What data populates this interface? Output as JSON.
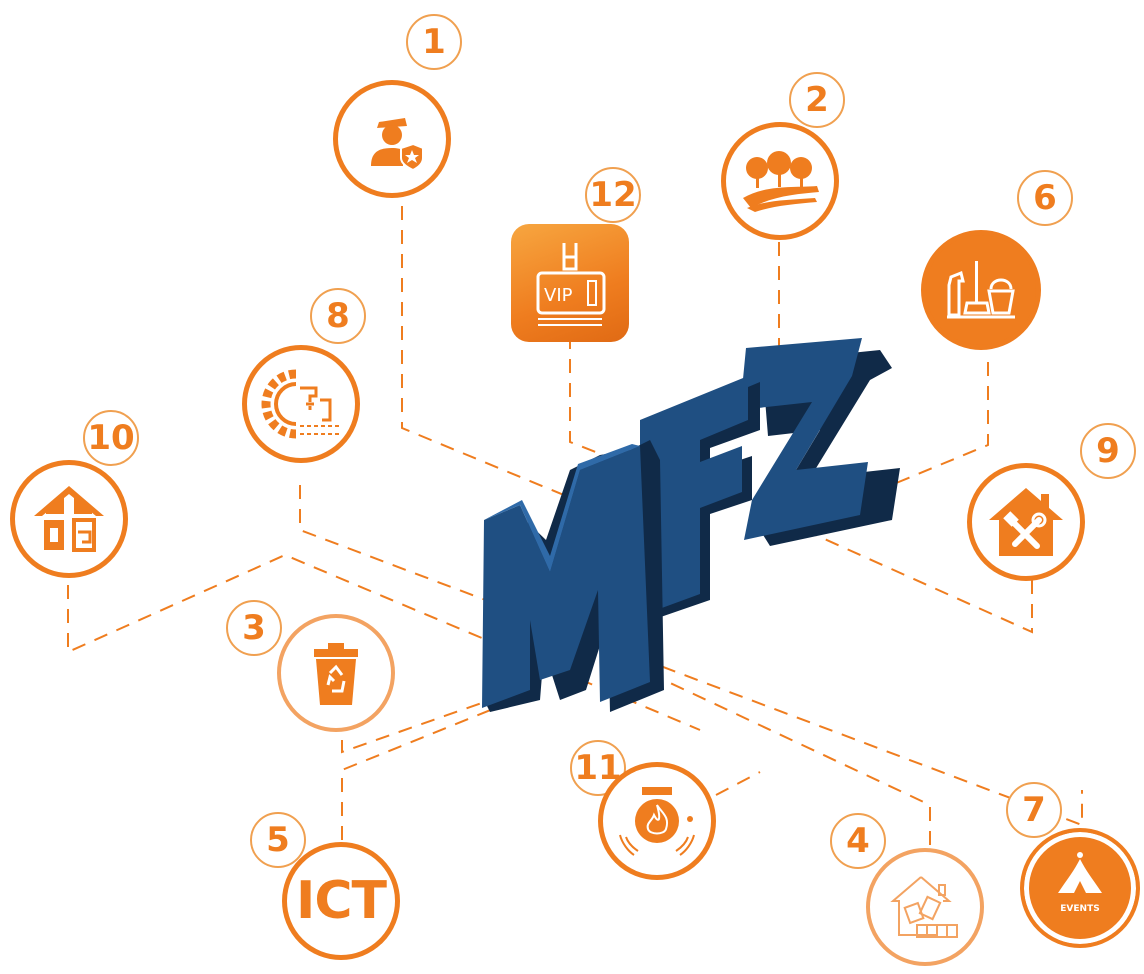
{
  "logo": {
    "text": "MFZ"
  },
  "nodes": [
    {
      "number": "1",
      "icon": "security-guard-icon"
    },
    {
      "number": "2",
      "icon": "landscaping-icon"
    },
    {
      "number": "3",
      "icon": "recycle-bin-icon"
    },
    {
      "number": "4",
      "icon": "interior-fitout-icon"
    },
    {
      "number": "5",
      "icon": "ict-icon",
      "label": "ICT"
    },
    {
      "number": "6",
      "icon": "cleaning-supplies-icon"
    },
    {
      "number": "7",
      "icon": "events-tent-icon",
      "label": "EVENTS"
    },
    {
      "number": "8",
      "icon": "mep-plumbing-gear-icon"
    },
    {
      "number": "9",
      "icon": "house-maintenance-icon"
    },
    {
      "number": "10",
      "icon": "construction-icon"
    },
    {
      "number": "11",
      "icon": "fire-alarm-icon"
    },
    {
      "number": "12",
      "icon": "vip-pass-icon",
      "label": "VIP"
    }
  ],
  "colors": {
    "accent": "#ef7d1f",
    "accent_light": "#f3a362",
    "logo_front": "#1f4f82",
    "logo_side": "#102a48"
  }
}
